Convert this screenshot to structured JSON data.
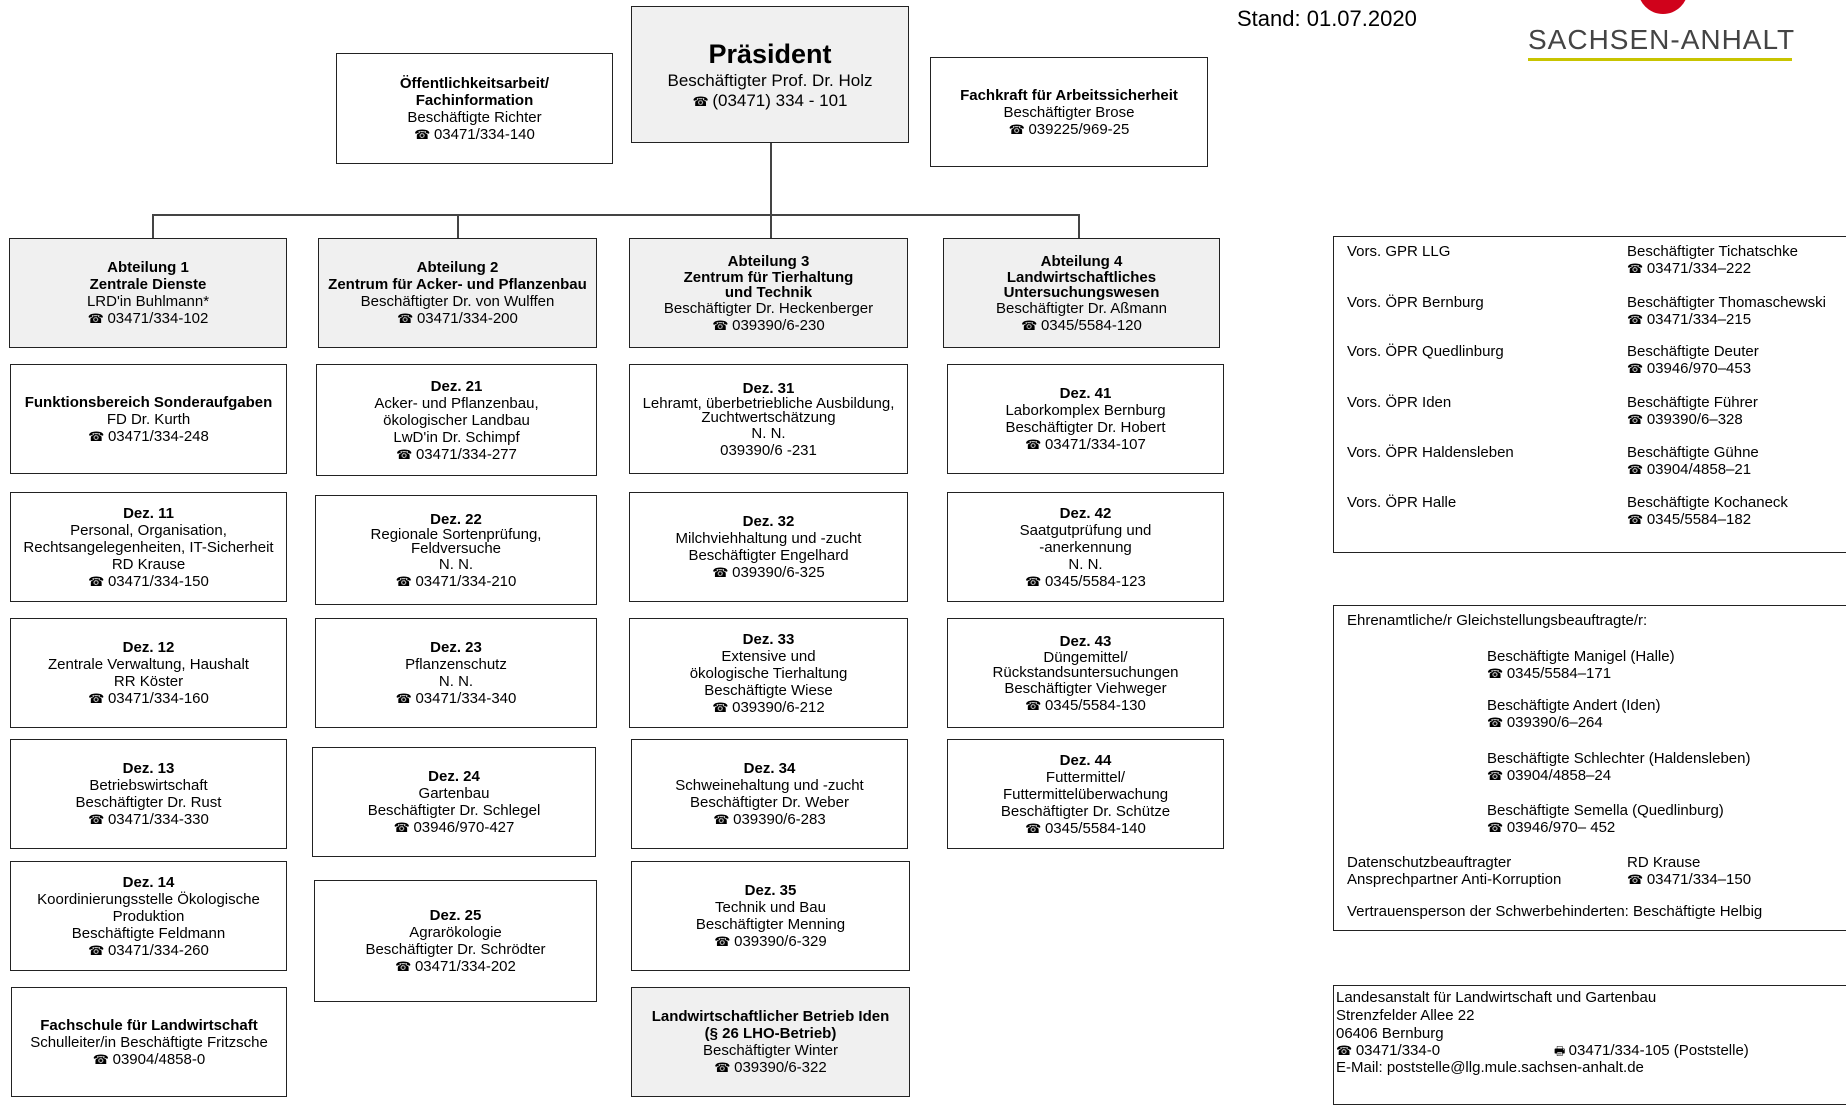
{
  "stand": "Stand: 01.07.2020",
  "logo_text": "SACHSEN-ANHALT",
  "president": {
    "title": "Präsident",
    "person": "Beschäftigter Prof. Dr. Holz",
    "phone": "(03471) 334 - 101"
  },
  "staff_left": {
    "title": "Öffentlichkeitsarbeit/\nFachinformation",
    "person": "Beschäftigte Richter",
    "phone": "03471/334-140"
  },
  "staff_right": {
    "title": "Fachkraft für Arbeitssicherheit",
    "person": "Beschäftigter Brose",
    "phone": "039225/969-25"
  },
  "columns": [
    {
      "header": {
        "title": "Abteilung 1",
        "subtitle": "Zentrale Dienste",
        "person": "LRD'in Buhlmann*",
        "phone": "03471/334-102"
      },
      "items": [
        {
          "title": "Funktionsbereich Sonderaufgaben",
          "lines": [
            "FD Dr. Kurth"
          ],
          "phone": "03471/334-248"
        },
        {
          "title": "Dez. 11",
          "lines": [
            "Personal, Organisation,",
            "Rechtsangelegenheiten, IT-Sicherheit",
            "RD Krause"
          ],
          "phone": "03471/334-150"
        },
        {
          "title": "Dez. 12",
          "lines": [
            "Zentrale Verwaltung, Haushalt",
            "RR Köster"
          ],
          "phone": "03471/334-160"
        },
        {
          "title": "Dez. 13",
          "lines": [
            "Betriebswirtschaft",
            "Beschäftigter Dr. Rust"
          ],
          "phone": "03471/334-330"
        },
        {
          "title": "Dez. 14",
          "lines": [
            "Koordinierungsstelle Ökologische",
            "Produktion",
            "Beschäftigte Feldmann"
          ],
          "phone": "03471/334-260"
        },
        {
          "title": "Fachschule für Landwirtschaft",
          "lines": [
            "Schulleiter/in Beschäftigte Fritzsche"
          ],
          "phone": "03904/4858-0"
        }
      ]
    },
    {
      "header": {
        "title": "Abteilung 2",
        "subtitle": "Zentrum für Acker- und Pflanzenbau",
        "person": "Beschäftigter Dr. von Wulffen",
        "phone": "03471/334-200"
      },
      "items": [
        {
          "title": "Dez. 21",
          "lines": [
            "Acker- und Pflanzenbau,",
            "ökologischer Landbau",
            "LwD'in Dr. Schimpf"
          ],
          "phone": "03471/334-277"
        },
        {
          "title": "Dez. 22",
          "lines": [
            "Regionale Sortenprüfung,",
            "Feldversuche",
            "N. N."
          ],
          "phone": "03471/334-210"
        },
        {
          "title": "Dez. 23",
          "lines": [
            "Pflanzenschutz",
            "N. N."
          ],
          "phone": "03471/334-340"
        },
        {
          "title": "Dez. 24",
          "lines": [
            "Gartenbau",
            "Beschäftigter Dr.  Schlegel"
          ],
          "phone": "03946/970-427"
        },
        {
          "title": "Dez. 25",
          "lines": [
            "Agrarökologie",
            "Beschäftigter Dr. Schrödter"
          ],
          "phone": "03471/334-202"
        }
      ]
    },
    {
      "header": {
        "title": "Abteilung 3",
        "subtitle": "Zentrum für Tierhaltung\nund Technik",
        "person": "Beschäftigter Dr. Heckenberger",
        "phone": "039390/6-230"
      },
      "items": [
        {
          "title": "Dez. 31",
          "lines": [
            "Lehramt, überbetriebliche Ausbildung,",
            "Zuchtwertschätzung",
            "N. N."
          ],
          "phone": "039390/6 -231"
        },
        {
          "title": "Dez. 32",
          "lines": [
            "Milchviehhaltung und -zucht",
            "Beschäftigter Engelhard"
          ],
          "phone": "039390/6-325"
        },
        {
          "title": "Dez. 33",
          "lines": [
            "Extensive und",
            "ökologische Tierhaltung",
            "Beschäftigte Wiese"
          ],
          "phone": "039390/6-212"
        },
        {
          "title": "Dez. 34",
          "lines": [
            "Schweinehaltung und -zucht",
            "Beschäftigter Dr. Weber"
          ],
          "phone": "039390/6-283"
        },
        {
          "title": "Dez. 35",
          "lines": [
            "Technik und Bau",
            "Beschäftigter Menning"
          ],
          "phone": "039390/6-329"
        },
        {
          "title": "Landwirtschaftlicher Betrieb Iden\n(§ 26 LHO-Betrieb)",
          "lines": [
            "Beschäftigter Winter"
          ],
          "phone": "039390/6-322"
        }
      ]
    },
    {
      "header": {
        "title": "Abteilung 4",
        "subtitle": "Landwirtschaftliches\nUntersuchungswesen",
        "person": "Beschäftigter Dr. Aßmann",
        "phone": "0345/5584-120"
      },
      "items": [
        {
          "title": "Dez. 41",
          "lines": [
            "Laborkomplex Bernburg",
            "Beschäftigter Dr. Hobert"
          ],
          "phone": "03471/334-107"
        },
        {
          "title": "Dez. 42",
          "lines": [
            "Saatgutprüfung und",
            "-anerkennung",
            "N. N."
          ],
          "phone": "0345/5584-123"
        },
        {
          "title": "Dez. 43",
          "lines": [
            "Düngemittel/",
            "Rückstandsuntersuchungen",
            "Beschäftigter Viehweger"
          ],
          "phone": "0345/5584-130"
        },
        {
          "title": "Dez. 44",
          "lines": [
            "Futtermittel/",
            "Futtermittelüberwachung",
            "Beschäftigter Dr. Schütze"
          ],
          "phone": "0345/5584-140"
        }
      ]
    }
  ],
  "council": [
    {
      "label": "Vors. GPR LLG",
      "person": "Beschäftigter Tichatschke",
      "phone": "03471/334–222"
    },
    {
      "label": "Vors. ÖPR Bernburg",
      "person": "Beschäftigter Thomaschewski",
      "phone": "03471/334–215"
    },
    {
      "label": "Vors. ÖPR Quedlinburg",
      "person": "Beschäftigte Deuter",
      "phone": "03946/970–453"
    },
    {
      "label": "Vors. ÖPR Iden",
      "person": "Beschäftigte Führer",
      "phone": "039390/6–328"
    },
    {
      "label": "Vors. ÖPR Haldensleben",
      "person": "Beschäftigte Gühne",
      "phone": "03904/4858–21"
    },
    {
      "label": "Vors. ÖPR Halle",
      "person": "Beschäftigte Kochaneck",
      "phone": "0345/5584–182"
    }
  ],
  "equality": {
    "heading": "Ehrenamtliche/r Gleichstellungsbeauftragte/r:",
    "persons": [
      {
        "name": "Beschäftigte Manigel (Halle)",
        "phone": "0345/5584–171"
      },
      {
        "name": "Beschäftigte Andert (Iden)",
        "phone": "039390/6–264"
      },
      {
        "name": "Beschäftigte Schlechter (Haldensleben)",
        "phone": "03904/4858–24"
      },
      {
        "name": "Beschäftigte Semella (Quedlinburg)",
        "phone": "03946/970– 452"
      }
    ],
    "dp_label1": "Datenschutzbeauftragter",
    "dp_label2": "Ansprechpartner Anti-Korruption",
    "dp_person": "RD Krause",
    "dp_phone": "03471/334–150",
    "trust": "Vertrauensperson der Schwerbehinderten: Beschäftigte Helbig"
  },
  "address": {
    "line1": "Landesanstalt für Landwirtschaft und Gartenbau",
    "line2": "Strenzfelder Allee 22",
    "line3": "06406 Bernburg",
    "phone": "03471/334-0",
    "fax": "03471/334-105 (Poststelle)",
    "email": "E-Mail: poststelle@llg.mule.sachsen-anhalt.de"
  }
}
